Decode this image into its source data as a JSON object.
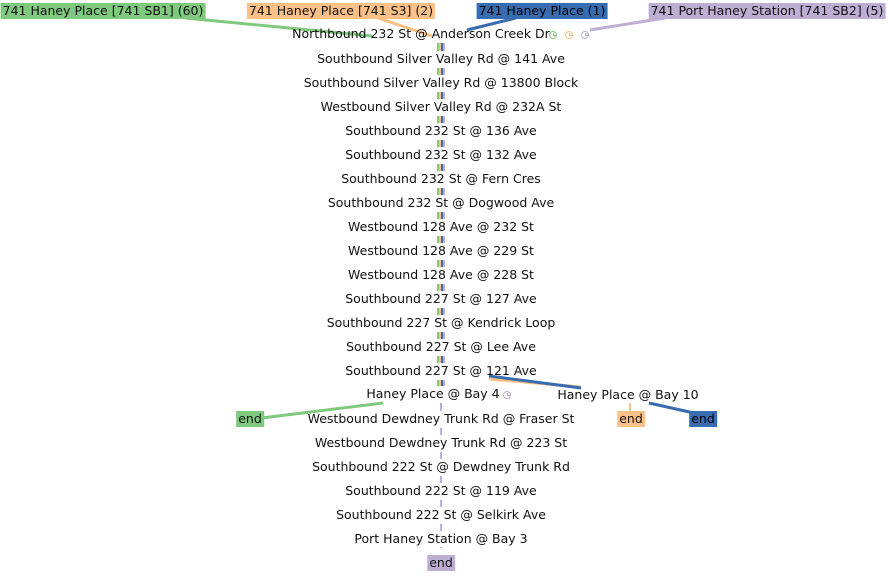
{
  "colors": {
    "green": "#7fc97f",
    "orange": "#fdc086",
    "blue": "#386cb0",
    "purple": "#beaed4"
  },
  "routes": [
    {
      "id": "sb1",
      "label": "741 Haney Place [741 SB1] (60)",
      "color": "#7fc97f",
      "end_label": "end"
    },
    {
      "id": "s3",
      "label": "741 Haney Place [741 S3] (2)",
      "color": "#fdc086",
      "end_label": "end"
    },
    {
      "id": "p1",
      "label": "741 Haney Place (1)",
      "color": "#386cb0",
      "end_label": "end"
    },
    {
      "id": "sb2",
      "label": "741 Port Haney Station [741 SB2] (5)",
      "color": "#beaed4",
      "end_label": "end"
    }
  ],
  "stops": [
    "Northbound 232 St @ Anderson Creek Dr",
    "Southbound Silver Valley Rd @ 141 Ave",
    "Southbound Silver Valley Rd @ 13800 Block",
    "Westbound Silver Valley Rd @ 232A St",
    "Southbound 232 St @ 136 Ave",
    "Southbound 232 St @ 132 Ave",
    "Southbound 232 St @ Fern Cres",
    "Southbound 232 St @ Dogwood Ave",
    "Westbound 128 Ave @ 232 St",
    "Westbound 128 Ave @ 229 St",
    "Westbound 128 Ave @ 228 St",
    "Southbound 227 St @ 127 Ave",
    "Southbound 227 St @ Kendrick Loop",
    "Southbound 227 St @ Lee Ave",
    "Southbound 227 St @ 121 Ave",
    "Haney Place @ Bay 4",
    "Westbound Dewdney Trunk Rd @ Fraser St",
    "Westbound Dewdney Trunk Rd @ 223 St",
    "Southbound 222 St @ Dewdney Trunk Rd",
    "Southbound 222 St @ 119 Ave",
    "Southbound 222 St @ Selkirk Ave",
    "Port Haney Station @ Bay 3"
  ],
  "branch_stop": "Haney Place @ Bay 10"
}
